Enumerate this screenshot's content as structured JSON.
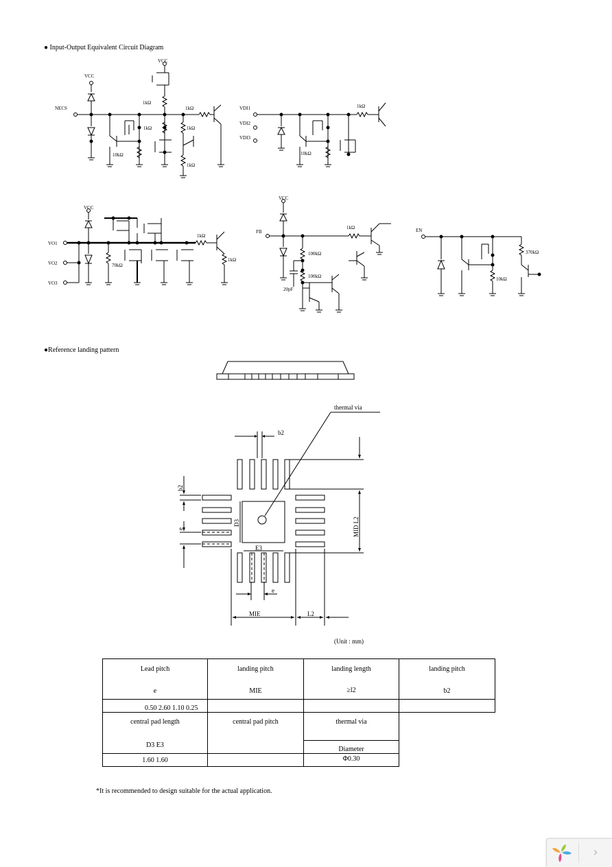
{
  "sections": {
    "circuit_heading": "● Input-Output Equivalent Circuit Diagram",
    "landing_heading": "●Reference landing pattern"
  },
  "circuit_labels": {
    "vcc": "VCC",
    "necs": "NECS",
    "vdi1": "VDI1",
    "vdi2": "VDI2",
    "vdi3": "VDI3",
    "vo1": "VO1",
    "vo2": "VO2",
    "vo3": "VO3",
    "fb": "FB",
    "en": "EN",
    "r_1k": "1kΩ",
    "r_10k": "10kΩ",
    "r_70k": "70kΩ",
    "r_100k": "100kΩ",
    "r_370k": "370kΩ",
    "c_20p": "20pF"
  },
  "landing_labels": {
    "thermal_via": "thermal via",
    "b2": "b2",
    "d3": "D3",
    "e": "e",
    "e3": "E3",
    "mie": "MIE",
    "l2": "L2",
    "mid_l2": "MID L2",
    "unit": "(Unit : mm)"
  },
  "table": {
    "row1_headers": [
      "Lead pitch",
      "landing pitch",
      "landing length",
      "landing pitch"
    ],
    "row1_symbols": [
      "e",
      "MIE",
      "≥l2",
      "b2"
    ],
    "row1_values": "0.50  2.60  1.10  0.25",
    "row2_headers": [
      "central pad length",
      "central pad pitch",
      "thermal via"
    ],
    "row2_symbols": [
      "D3  E3",
      "Diameter"
    ],
    "row2_values": [
      "1.60  1.60",
      "Φ0.30"
    ]
  },
  "footnote": "*It is recommended to design suitable for the actual application.",
  "icons": [
    "logo-icon",
    "chevron-right-icon"
  ]
}
